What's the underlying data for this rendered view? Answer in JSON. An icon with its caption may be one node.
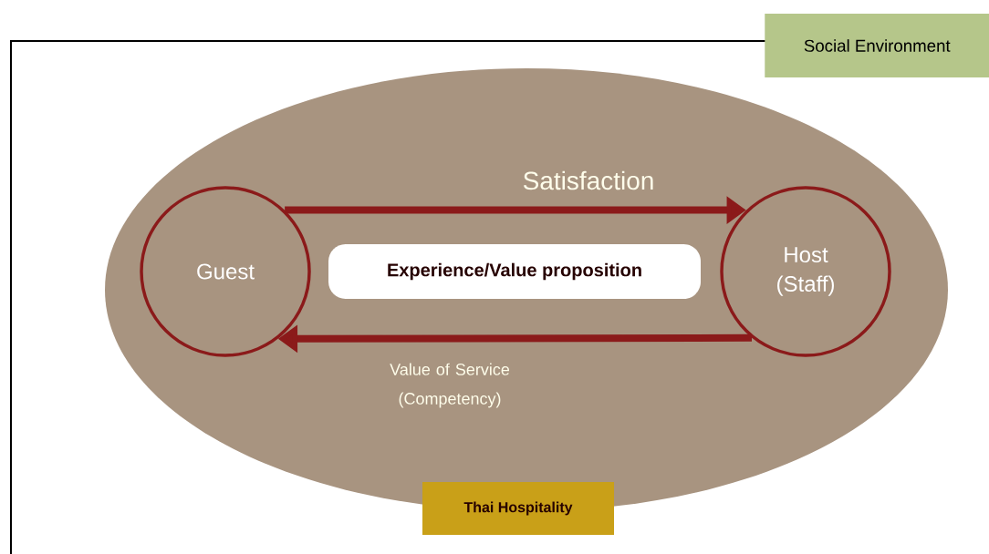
{
  "diagram": {
    "nodes": [
      {
        "text": [
          "Social Environment"
        ]
      },
      {
        "text": [
          "Thai Hospitality"
        ],
        "in": 0
      },
      {
        "text": [
          "Guest"
        ],
        "in": 1
      },
      {
        "text": [
          "Host (Staff)"
        ],
        "in": 1
      },
      {
        "text": [
          "Experience/Value proposition"
        ],
        "in": 1
      }
    ],
    "edges": [
      {
        "from": 2,
        "to": 3,
        "arrow": "to",
        "label": "Satisfaction"
      },
      {
        "from": 3,
        "to": 2,
        "arrow": "to",
        "label": "Value of Service (Competency)"
      }
    ]
  }
}
